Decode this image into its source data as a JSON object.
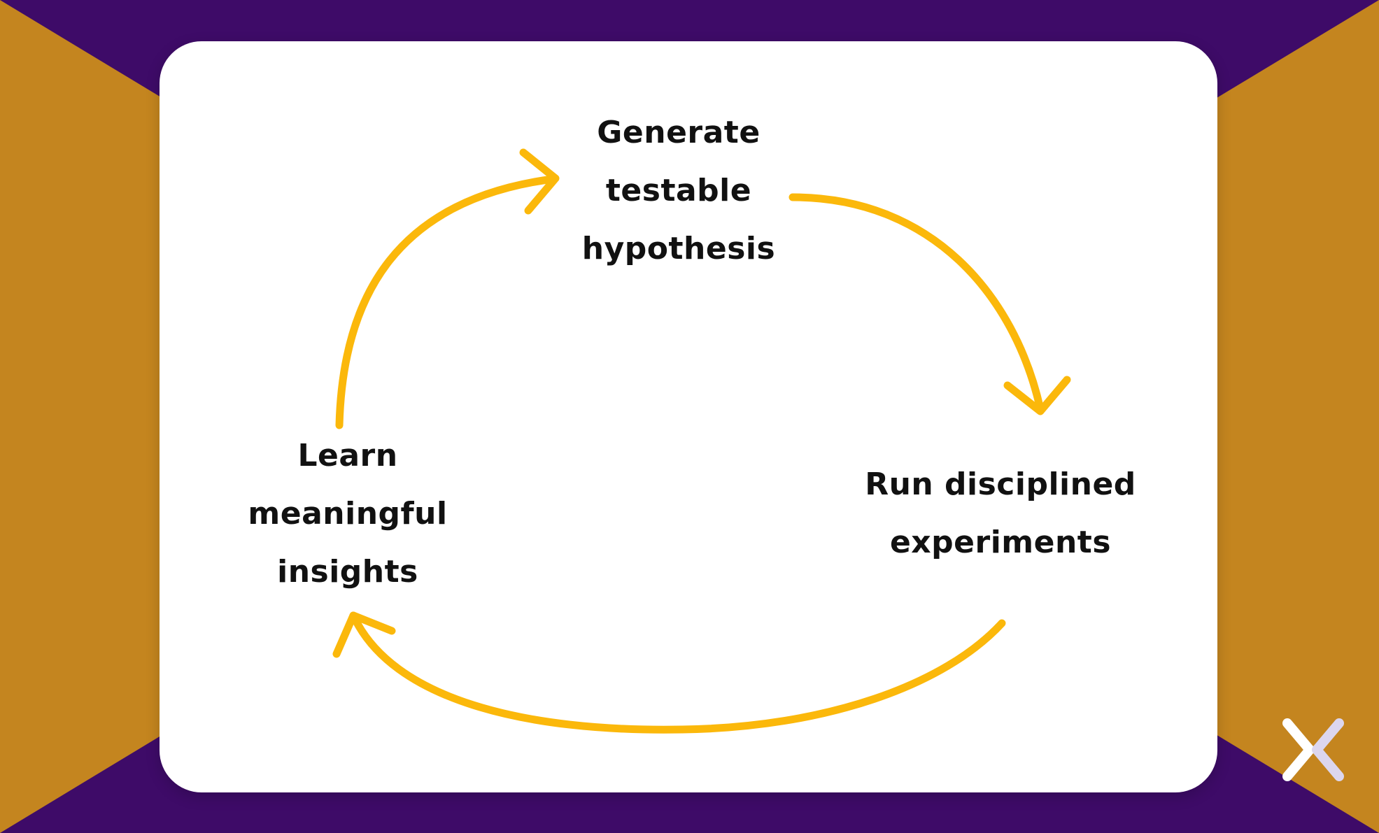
{
  "diagram": {
    "nodes": [
      {
        "id": "generate",
        "lines": [
          "Generate",
          "testable",
          "hypothesis"
        ]
      },
      {
        "id": "run",
        "lines": [
          "Run disciplined",
          "experiments"
        ]
      },
      {
        "id": "learn",
        "lines": [
          "Learn",
          "meaningful",
          "insights"
        ]
      }
    ],
    "edges": [
      {
        "from": "generate",
        "to": "run"
      },
      {
        "from": "run",
        "to": "learn"
      },
      {
        "from": "learn",
        "to": "generate"
      }
    ]
  },
  "colors": {
    "arrow": "#FBB80B",
    "background_purple": "#3E0B68",
    "background_gold": "#C4851F",
    "card": "#FFFFFF",
    "text": "#111111"
  },
  "brand_icon": "x-logo-icon"
}
